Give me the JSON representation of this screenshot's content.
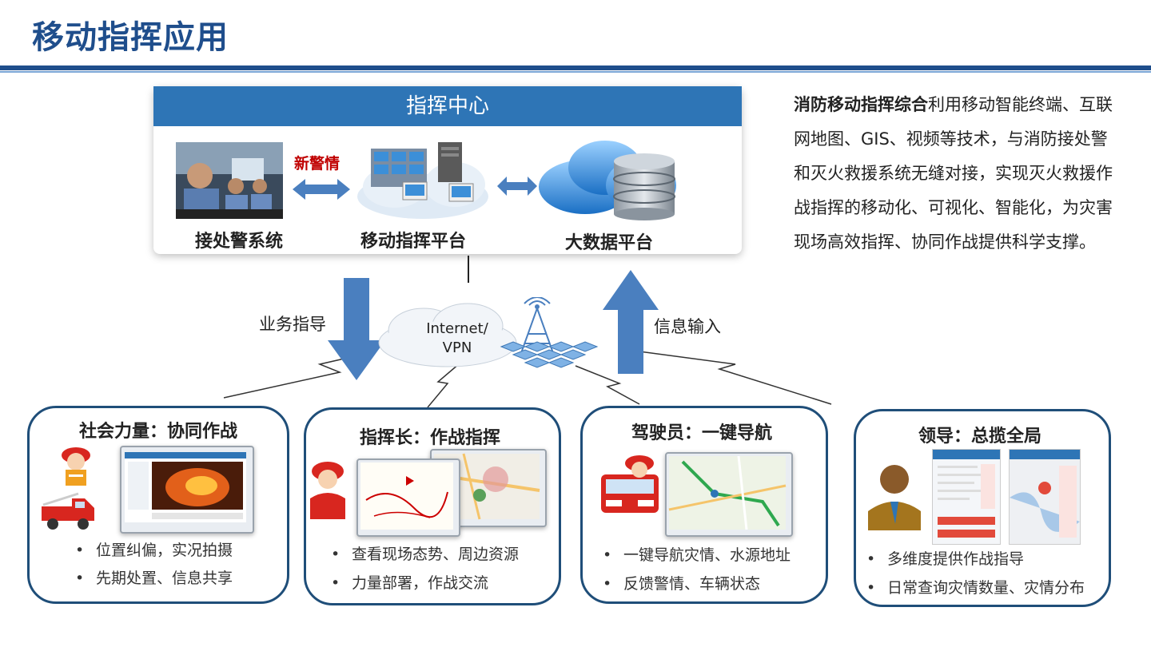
{
  "page": {
    "title": "移动指挥应用"
  },
  "center": {
    "header": "指挥中心",
    "new_alert": "新警情",
    "nodes": [
      {
        "label": "接处警系统"
      },
      {
        "label": "移动指挥平台"
      },
      {
        "label": "大数据平台"
      }
    ]
  },
  "description": {
    "bold": "消防移动指挥综合",
    "text": "利用移动智能终端、互联网地图、GIS、视频等技术，与消防接处警和灭火救援系统无缝对接，实现灭火救援作战指挥的移动化、可视化、智能化，为灾害现场高效指挥、协同作战提供科学支撑。"
  },
  "flow": {
    "down_label": "业务指导",
    "up_label": "信息输入",
    "network_line1": "Internet/",
    "network_line2": "VPN"
  },
  "cards": [
    {
      "title": "社会力量：协同作战",
      "bullets": [
        "位置纠偏，实况拍摄",
        "先期处置、信息共享"
      ]
    },
    {
      "title": "指挥长：作战指挥",
      "bullets": [
        "查看现场态势、周边资源",
        "力量部署，作战交流"
      ]
    },
    {
      "title": "驾驶员：一键导航",
      "bullets": [
        "一键导航灾情、水源地址",
        "反馈警情、车辆状态"
      ]
    },
    {
      "title": "领导：总揽全局",
      "bullets": [
        "多维度提供作战指导",
        "日常查询灾情数量、灾情分布"
      ]
    }
  ],
  "bullet_symbol": "•",
  "colors": {
    "brand": "#1f4e8c",
    "header": "#2e75b6",
    "arrow": "#4a7fbf",
    "alert": "#c00000",
    "card_border": "#1f4e79"
  }
}
